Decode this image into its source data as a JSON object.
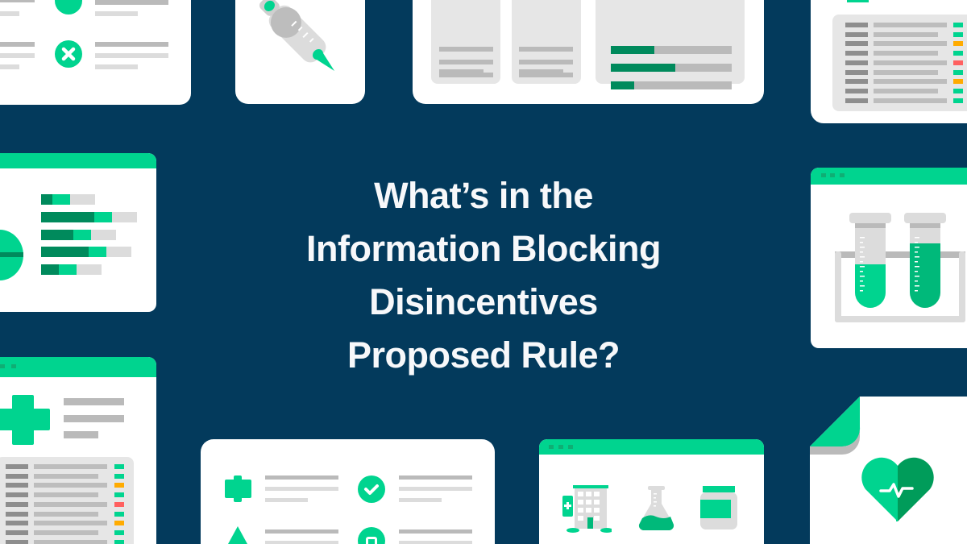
{
  "headline": {
    "lines": [
      "What’s in the",
      "Information Blocking",
      "Disincentives",
      "Proposed Rule?"
    ]
  },
  "colors": {
    "background": "#033a5c",
    "accent_green": "#00d48f",
    "dark_green": "#008a5c",
    "status_orange": "#ffab00",
    "status_red": "#ff6060",
    "panel_gray": "#e6e6e6",
    "text": "#f7f8fa"
  },
  "illustrations": [
    {
      "name": "checklist-card",
      "icons": [
        "check-circle-icon",
        "x-circle-icon"
      ]
    },
    {
      "name": "syringe-card",
      "icons": [
        "syringe-icon"
      ]
    },
    {
      "name": "dashboard-card",
      "progress": [
        0.36,
        0.53,
        0.19
      ]
    },
    {
      "name": "status-list-card",
      "statuses": [
        "green",
        "green",
        "orange",
        "green",
        "red",
        "green",
        "orange",
        "green",
        "green"
      ]
    },
    {
      "name": "bar-chart-card",
      "icons": [
        "pie-chart-icon"
      ]
    },
    {
      "name": "test-tubes-card",
      "icons": [
        "test-tube-icon",
        "test-tube-icon"
      ]
    },
    {
      "name": "medical-record-card",
      "icons": [
        "medical-cross-icon"
      ],
      "statuses": [
        "green",
        "green",
        "orange",
        "green",
        "red",
        "green",
        "orange",
        "green",
        "green"
      ]
    },
    {
      "name": "icon-list-card",
      "icons": [
        "medical-cross-icon",
        "check-circle-icon",
        "drop-icon",
        "pill-circle-icon"
      ]
    },
    {
      "name": "facilities-card",
      "icons": [
        "hospital-icon",
        "flask-icon",
        "medicine-jar-icon"
      ]
    },
    {
      "name": "health-document-card",
      "icons": [
        "heart-pulse-icon"
      ]
    }
  ]
}
